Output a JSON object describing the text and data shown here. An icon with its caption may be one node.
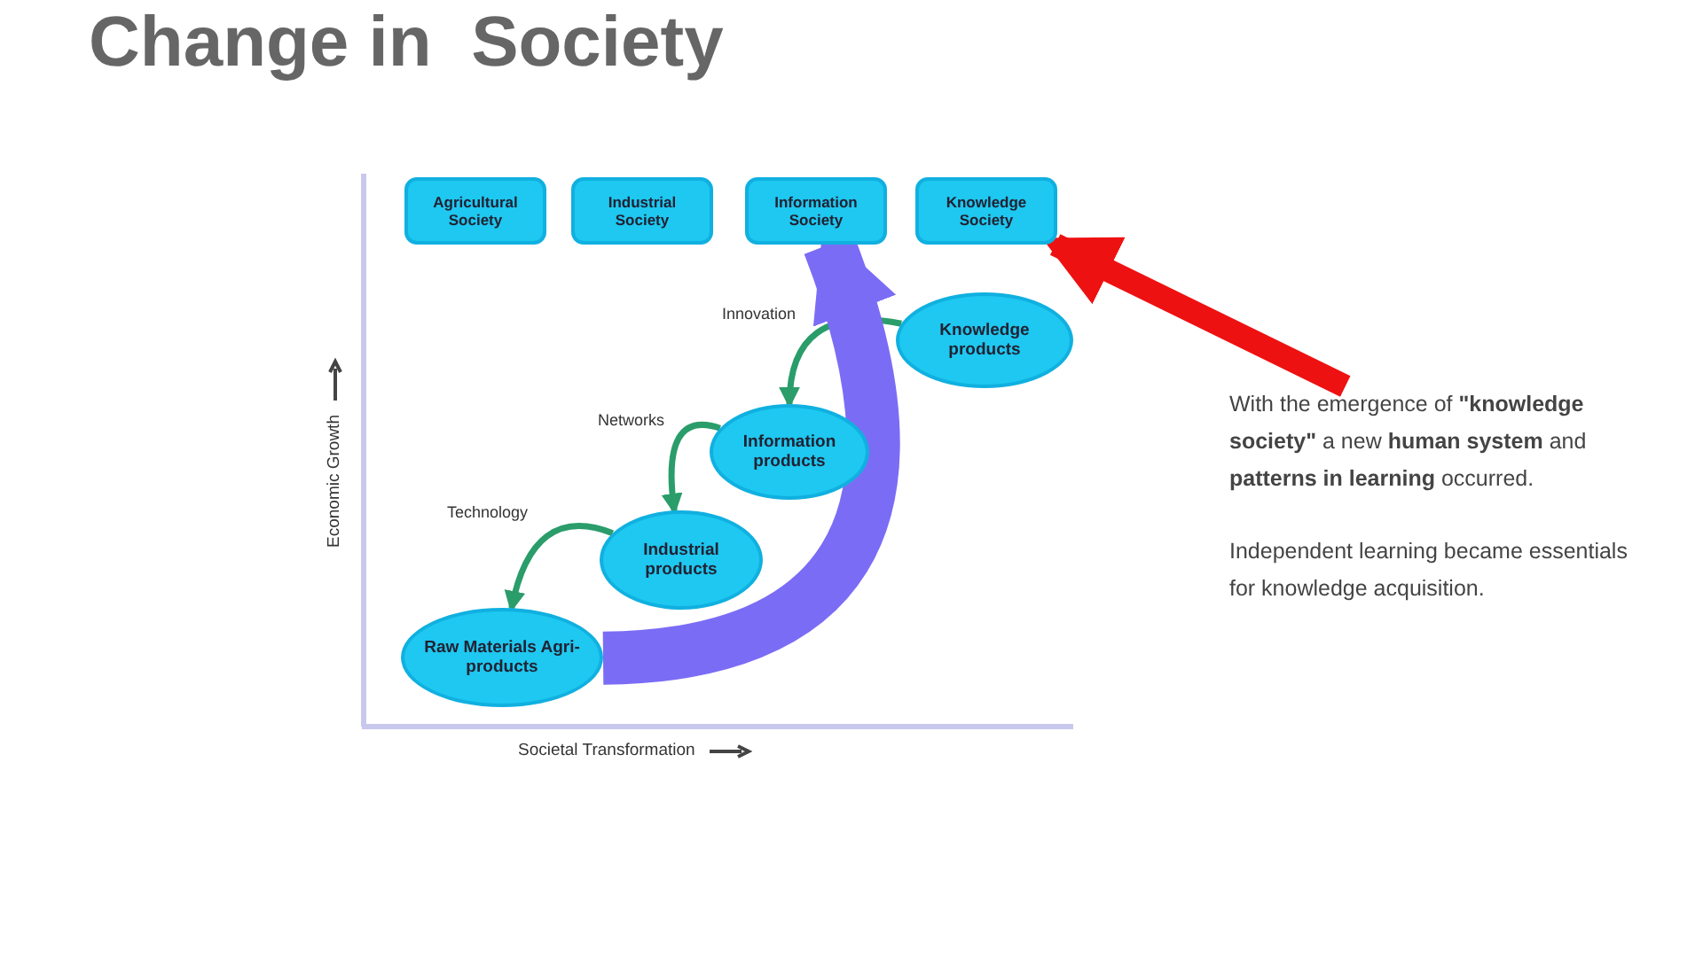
{
  "diagram": {
    "title": "Change in  Society",
    "nodes": [
      {
        "text": [
          "Agricultural Society"
        ]
      },
      {
        "text": [
          "Industrial Society"
        ]
      },
      {
        "text": [
          "Information Society"
        ]
      },
      {
        "text": [
          "Knowledge Society"
        ]
      },
      {
        "text": [
          "Raw Materials Agri-products"
        ]
      },
      {
        "text": [
          "Industrial products"
        ]
      },
      {
        "text": [
          "Information products"
        ]
      },
      {
        "text": [
          "Knowledge products"
        ]
      },
      {
        "text": [
          "With the emergence of **\"knowledge society\"** a new **human system** and **patterns in learning** occurred.",
          "Independent learning became essentials for knowledge acquisition."
        ]
      }
    ],
    "edges": [
      {
        "from": 5,
        "to": 4,
        "arrow": "to",
        "label": "Technology"
      },
      {
        "from": 6,
        "to": 5,
        "arrow": "to",
        "label": "Networks"
      },
      {
        "from": 7,
        "to": 6,
        "arrow": "to",
        "label": "Innovation"
      },
      {
        "from": 4,
        "to": 2,
        "arrow": "to",
        "style": "thick",
        "color": "#7b6cf6"
      },
      {
        "from": 8,
        "to": 3,
        "arrow": "to",
        "style": "thick",
        "color": "#ee1111"
      }
    ],
    "labels": [
      "Economic Growth",
      "Societal Transformation"
    ]
  }
}
